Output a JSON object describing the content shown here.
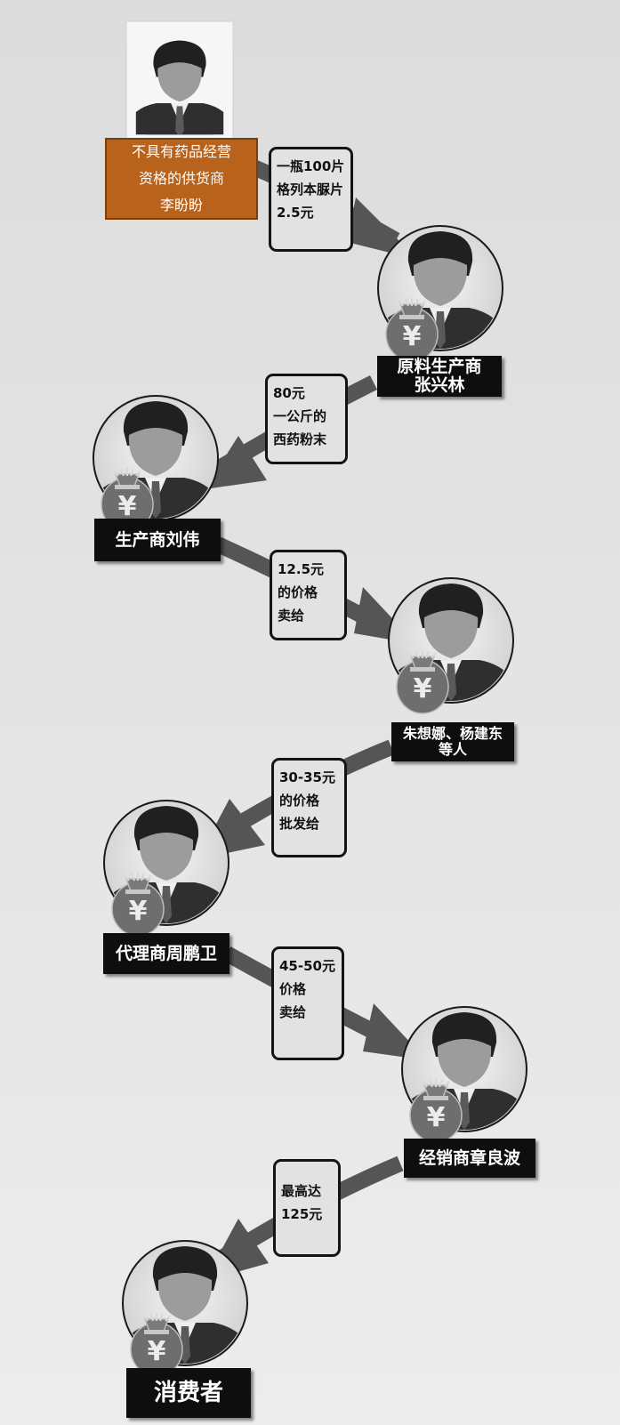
{
  "supplier": {
    "lines": [
      "不具有药品经营",
      "资格的供货商",
      "李盼盼"
    ]
  },
  "actors": [
    {
      "lines": [
        "原料生产商",
        "张兴林"
      ]
    },
    {
      "lines": [
        "生产商刘伟"
      ]
    },
    {
      "lines": [
        "朱想娜、杨建东",
        "等人"
      ]
    },
    {
      "lines": [
        "代理商周鹏卫"
      ]
    },
    {
      "lines": [
        "经销商章良波"
      ]
    },
    {
      "lines": [
        "消费者"
      ]
    }
  ],
  "prices": [
    {
      "lines": [
        "一瓶100片",
        "格列本脲片",
        "2.5元"
      ]
    },
    {
      "lines": [
        "80元",
        "一公斤的",
        "西药粉末"
      ]
    },
    {
      "lines": [
        "12.5元",
        "的价格",
        "卖给"
      ]
    },
    {
      "lines": [
        "30-35元",
        "的价格",
        "批发给"
      ]
    },
    {
      "lines": [
        "45-50元",
        "价格",
        "卖给"
      ]
    },
    {
      "lines": [
        "最高达",
        "125元"
      ]
    }
  ],
  "icons": {
    "money_bag": "yuan-money-bag-icon",
    "person": "person-silhouette-icon"
  },
  "colors": {
    "label_bg": "#0e0e0e",
    "supplier_bg": "#b8621b",
    "arrow": "#555555"
  }
}
